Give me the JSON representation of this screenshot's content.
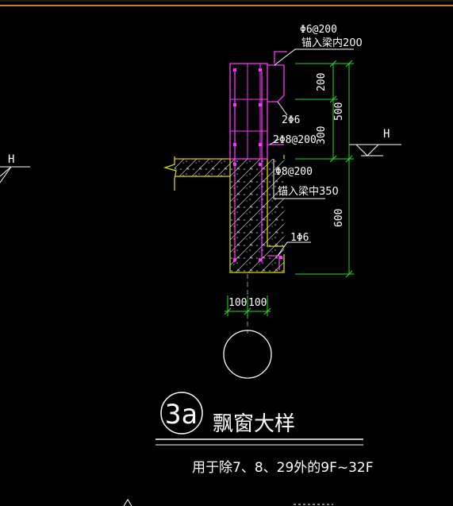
{
  "drawing": {
    "background": "#000000",
    "colors": {
      "frame_orange": "#c87d2a",
      "concrete_yellow": "#d8d800",
      "rebar_magenta": "#ff33ff",
      "dimension_green": "#22dd22",
      "annotation_white": "#ffffff",
      "axis_gray": "#9a9a9a"
    },
    "labels": {
      "top_rebar_spec": "Φ6@200",
      "top_rebar_note": "锚入梁内200",
      "corner_bars": "2Φ6",
      "mid_bars": "2Φ8@200",
      "lower_rebar_spec": "Φ8@200",
      "lower_rebar_note": "锚入梁中350",
      "bottom_bars": "1Φ6"
    },
    "level_marks": {
      "left": "H",
      "right": "H"
    },
    "dimensions": {
      "vertical": [
        "200",
        "300",
        "500",
        "600"
      ],
      "horizontal": [
        "100",
        "100"
      ]
    },
    "detail": {
      "number": "3a",
      "title": "飘窗大样",
      "note": "用于除7、8、29外的9F~32F"
    }
  }
}
